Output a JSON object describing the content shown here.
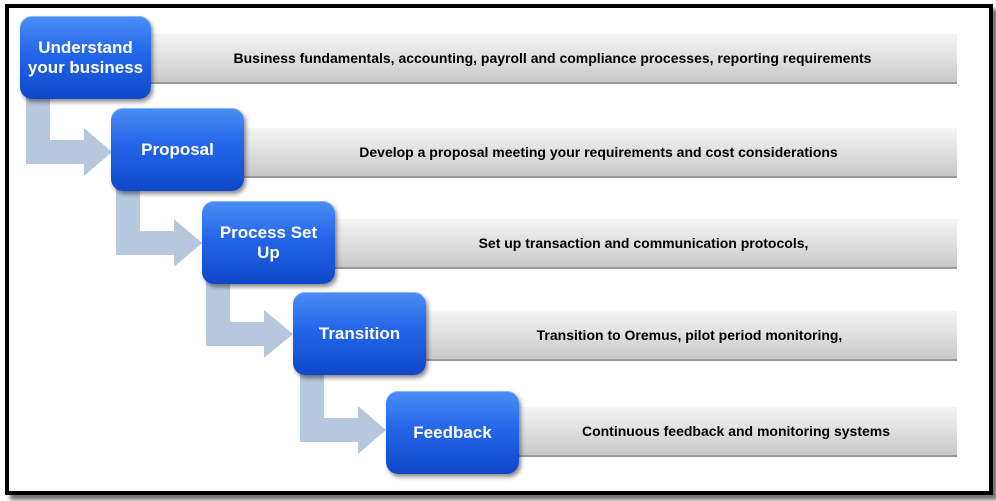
{
  "steps": [
    {
      "title": "Understand your business",
      "description": "Business fundamentals, accounting, payroll and compliance processes, reporting requirements"
    },
    {
      "title": "Proposal",
      "description": "Develop a proposal meeting your requirements and cost considerations"
    },
    {
      "title": "Process Set Up",
      "description": "Set up transaction and communication protocols,"
    },
    {
      "title": "Transition",
      "description": "Transition to Oremus, pilot period monitoring,"
    },
    {
      "title": "Feedback",
      "description": "Continuous feedback and monitoring systems"
    }
  ],
  "colors": {
    "step_box": "#2466e8",
    "arrow": "#b7c7de",
    "bar": "#e2e2e2",
    "frame": "#000000"
  }
}
